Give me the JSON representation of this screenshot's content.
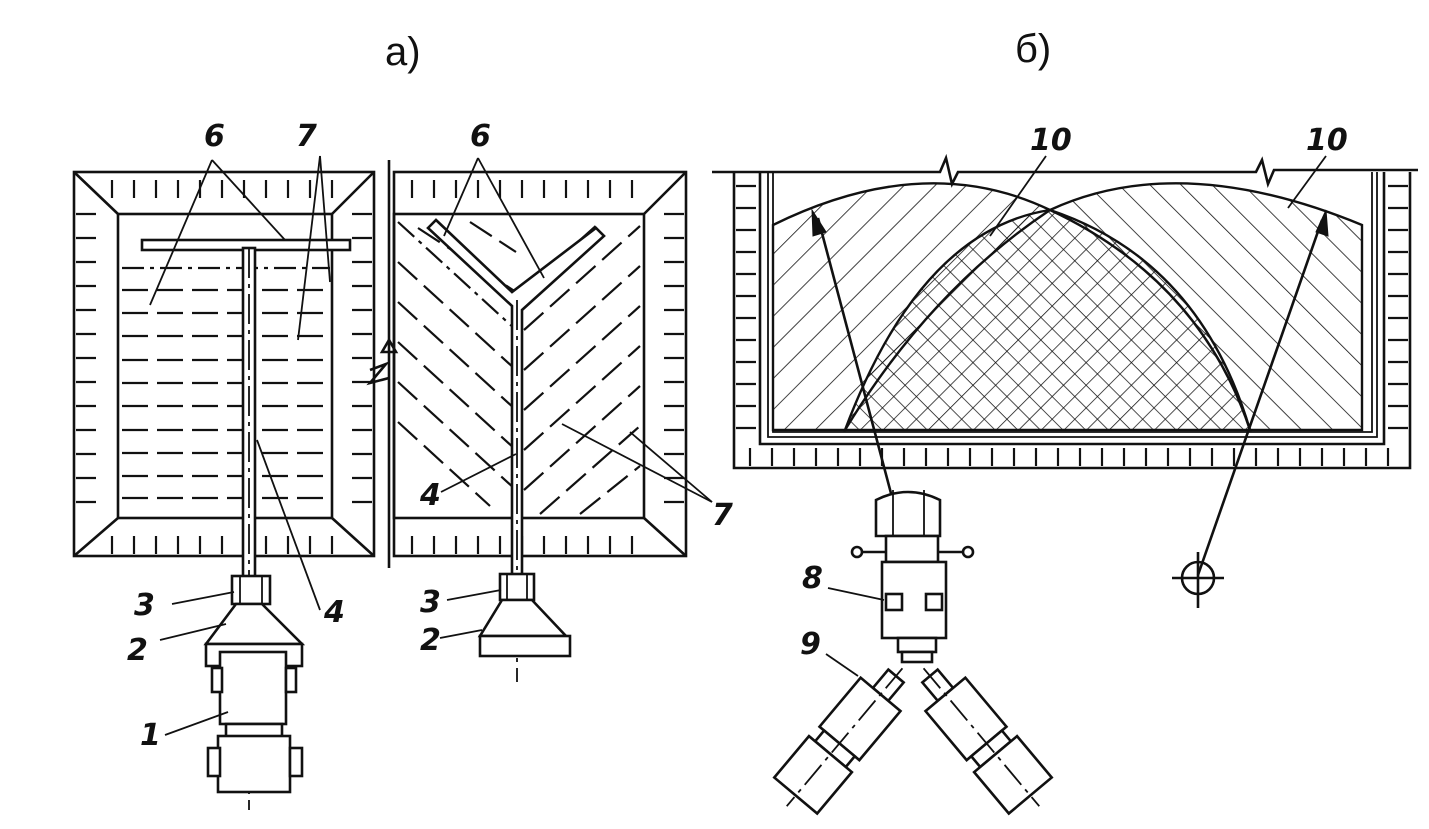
{
  "panels": [
    {
      "caption": "а)"
    },
    {
      "caption": "б)"
    }
  ],
  "labels": {
    "a_left": {
      "p1": "1",
      "p2": "2",
      "p3": "3",
      "p4": "4",
      "p6": "6",
      "p7": "7"
    },
    "a_right": {
      "p2": "2",
      "p3": "3",
      "p4": "4",
      "p6": "6",
      "p7": "7"
    },
    "b": {
      "p8": "8",
      "p9": "9",
      "p10_left": "10",
      "p10_right": "10"
    }
  },
  "colors": {
    "ink": "#111111",
    "paper": "#ffffff"
  }
}
